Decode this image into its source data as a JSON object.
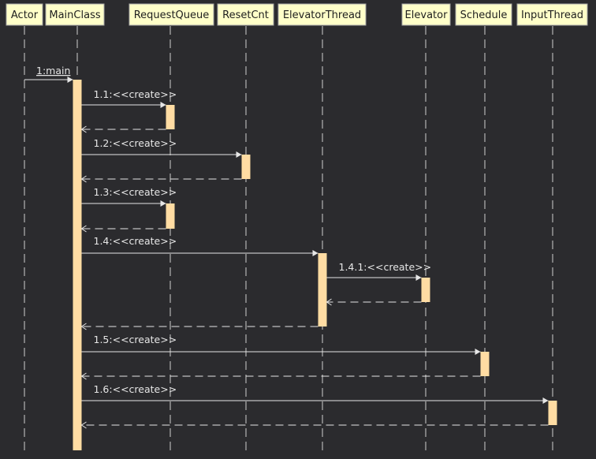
{
  "participants": [
    {
      "id": "actor",
      "label": "Actor"
    },
    {
      "id": "mainclass",
      "label": "MainClass"
    },
    {
      "id": "requestqueue",
      "label": "RequestQueue"
    },
    {
      "id": "resetcnt",
      "label": "ResetCnt"
    },
    {
      "id": "elevatorthread",
      "label": "ElevatorThread"
    },
    {
      "id": "elevator",
      "label": "Elevator"
    },
    {
      "id": "schedule",
      "label": "Schedule"
    },
    {
      "id": "inputthread",
      "label": "InputThread"
    }
  ],
  "messages": [
    {
      "from": "actor",
      "to": "mainclass",
      "label": "1:main",
      "kind": "call"
    },
    {
      "from": "mainclass",
      "to": "requestqueue",
      "label": "1.1:<<create>>",
      "kind": "create"
    },
    {
      "from": "requestqueue",
      "to": "mainclass",
      "label": "",
      "kind": "return"
    },
    {
      "from": "mainclass",
      "to": "resetcnt",
      "label": "1.2:<<create>>",
      "kind": "create"
    },
    {
      "from": "resetcnt",
      "to": "mainclass",
      "label": "",
      "kind": "return"
    },
    {
      "from": "mainclass",
      "to": "requestqueue",
      "label": "1.3:<<create>>",
      "kind": "create"
    },
    {
      "from": "requestqueue",
      "to": "mainclass",
      "label": "",
      "kind": "return"
    },
    {
      "from": "mainclass",
      "to": "elevatorthread",
      "label": "1.4:<<create>>",
      "kind": "create"
    },
    {
      "from": "elevatorthread",
      "to": "elevator",
      "label": "1.4.1:<<create>>",
      "kind": "create"
    },
    {
      "from": "elevator",
      "to": "elevatorthread",
      "label": "",
      "kind": "return"
    },
    {
      "from": "elevatorthread",
      "to": "mainclass",
      "label": "",
      "kind": "return"
    },
    {
      "from": "mainclass",
      "to": "schedule",
      "label": "1.5:<<create>>",
      "kind": "create"
    },
    {
      "from": "schedule",
      "to": "mainclass",
      "label": "",
      "kind": "return"
    },
    {
      "from": "mainclass",
      "to": "inputthread",
      "label": "1.6:<<create>>",
      "kind": "create"
    },
    {
      "from": "inputthread",
      "to": "mainclass",
      "label": "",
      "kind": "return"
    }
  ],
  "colors": {
    "background": "#2b2b2e",
    "header_fill": "#ffffc9",
    "activation": "#ffdca3",
    "line": "#e6e6e6"
  }
}
